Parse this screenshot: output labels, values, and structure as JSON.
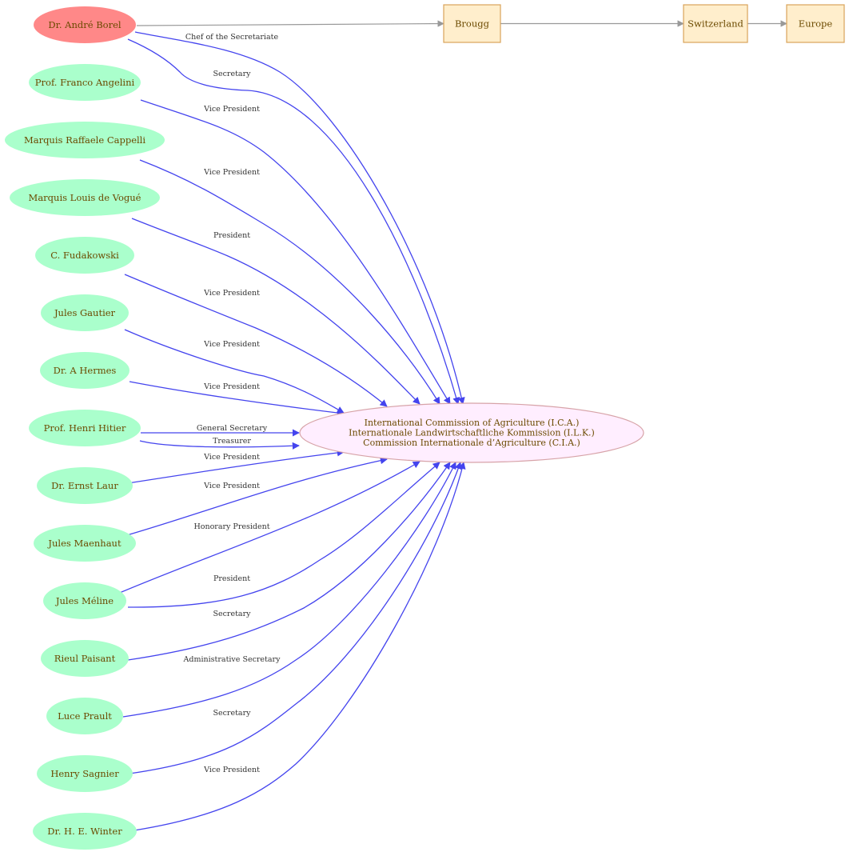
{
  "colors": {
    "person_fill": "#aaffcc",
    "highlight_fill": "#ff8888",
    "org_fill": "#ffeeff",
    "org_stroke": "#d7a3a8",
    "place_fill": "#ffeecc",
    "place_stroke": "#d8a35a",
    "edge": "#4444ee",
    "place_edge": "#999999",
    "text": "#6b4a00"
  },
  "diagram": {
    "organization": {
      "lines": [
        "International Commission of Agriculture (I.C.A.)",
        "Internationale Landwirtschaftliche Kommission (I.L.K.)",
        "Commission Internationale d’Agriculture (C.I.A.)"
      ]
    },
    "places": [
      "Brougg",
      "Switzerland",
      "Europe"
    ],
    "people": [
      {
        "name": "Dr. André Borel",
        "highlight": true
      },
      {
        "name": "Prof. Franco Angelini"
      },
      {
        "name": "Marquis Raffaele Cappelli"
      },
      {
        "name": "Marquis Louis de Vogué"
      },
      {
        "name": "C.  Fudakowski"
      },
      {
        "name": "Jules Gautier"
      },
      {
        "name": "Dr. A Hermes"
      },
      {
        "name": "Prof. Henri Hitier"
      },
      {
        "name": "Dr. Ernst Laur"
      },
      {
        "name": "Jules Maenhaut"
      },
      {
        "name": "Jules Méline"
      },
      {
        "name": "Rieul Paisant"
      },
      {
        "name": "Luce Prault"
      },
      {
        "name": "Henry Sagnier"
      },
      {
        "name": "Dr. H. E. Winter"
      }
    ],
    "relations": [
      {
        "person": 0,
        "role": "Chef of the Secretariate"
      },
      {
        "person": 0,
        "role": "Secretary"
      },
      {
        "person": 1,
        "role": "Vice President"
      },
      {
        "person": 2,
        "role": "Vice President"
      },
      {
        "person": 3,
        "role": "President"
      },
      {
        "person": 4,
        "role": "Vice President"
      },
      {
        "person": 5,
        "role": "Vice President"
      },
      {
        "person": 6,
        "role": "Vice President"
      },
      {
        "person": 7,
        "role": "General Secretary"
      },
      {
        "person": 7,
        "role": "Treasurer"
      },
      {
        "person": 8,
        "role": "Vice President"
      },
      {
        "person": 9,
        "role": "Vice President"
      },
      {
        "person": 10,
        "role": "Honorary President"
      },
      {
        "person": 10,
        "role": "President"
      },
      {
        "person": 11,
        "role": "Secretary"
      },
      {
        "person": 12,
        "role": "Administrative Secretary"
      },
      {
        "person": 13,
        "role": "Secretary"
      },
      {
        "person": 14,
        "role": "Vice President"
      }
    ],
    "place_links": [
      {
        "from": "Dr. André Borel",
        "to": "Brougg"
      },
      {
        "from": "Brougg",
        "to": "Switzerland"
      },
      {
        "from": "Switzerland",
        "to": "Europe"
      }
    ]
  }
}
